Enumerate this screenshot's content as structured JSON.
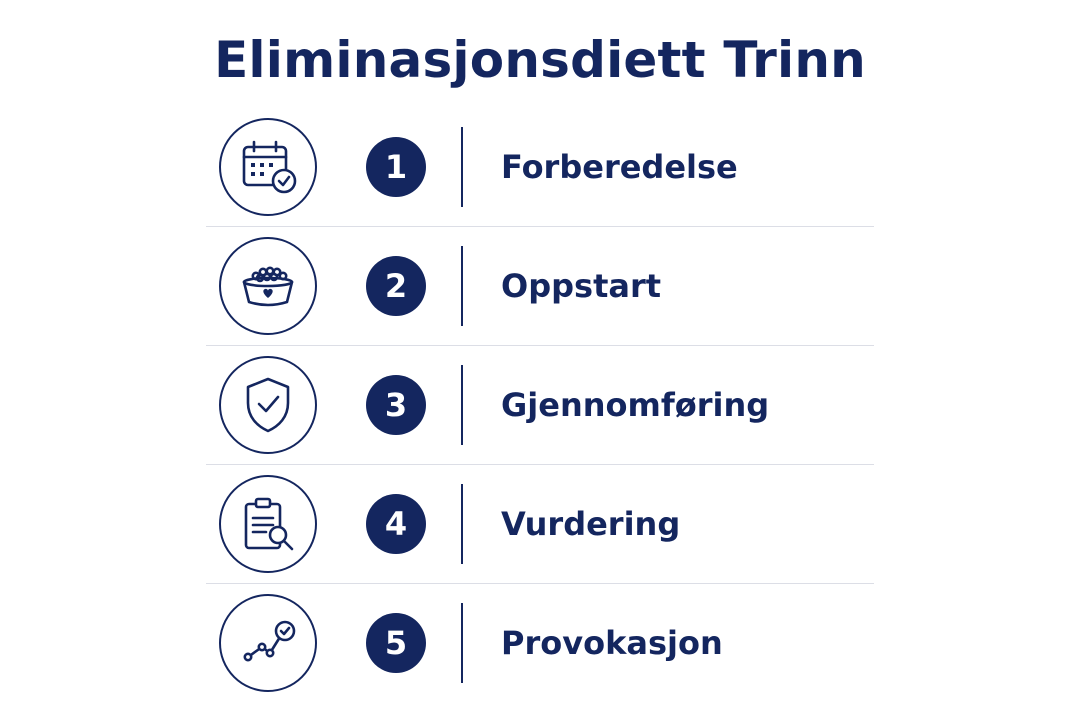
{
  "title": "Eliminasjonsdiett Trinn",
  "colors": {
    "primary": "#14265f",
    "divider": "#dcdee6",
    "background": "#ffffff"
  },
  "steps": [
    {
      "number": "1",
      "label": "Forberedelse",
      "icon": "calendar-check-icon"
    },
    {
      "number": "2",
      "label": "Oppstart",
      "icon": "food-bowl-heart-icon"
    },
    {
      "number": "3",
      "label": "Gjennomføring",
      "icon": "shield-check-icon"
    },
    {
      "number": "4",
      "label": "Vurdering",
      "icon": "clipboard-search-icon"
    },
    {
      "number": "5",
      "label": "Provokasjon",
      "icon": "trend-check-icon"
    }
  ]
}
